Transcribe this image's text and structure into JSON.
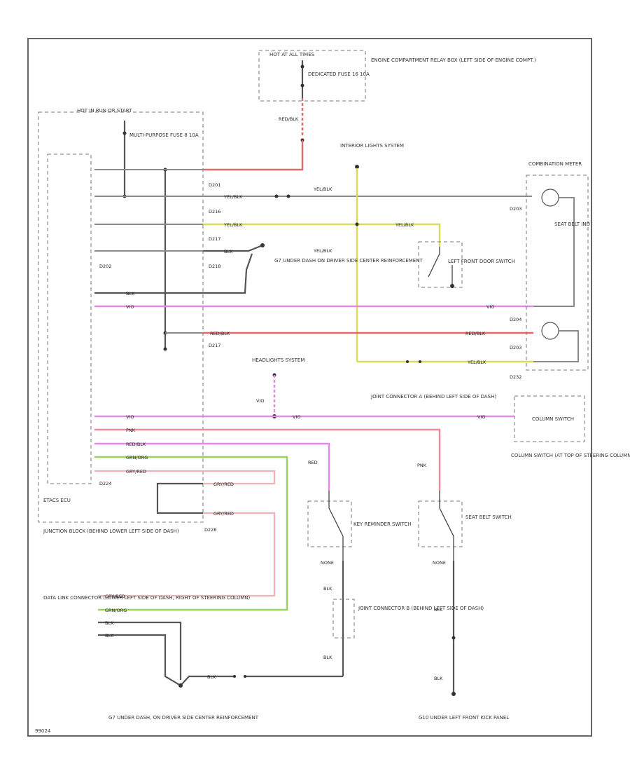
{
  "labels": {
    "hot_at_all_times": "HOT AT ALL TIMES",
    "dedicated_fuse": "DEDICATED FUSE 16 10A",
    "engine_relay_box": "ENGINE COMPARTMENT RELAY BOX (LEFT SIDE OF ENGINE COMPT.)",
    "hot_in_run": "HOT IN RUN OR START",
    "multi_fuse": "MULTI-PURPOSE FUSE 8 10A",
    "interior_lights_switch": "INTERIOR LIGHTS SYSTEM",
    "combination_meter": "COMBINATION METER",
    "seat_belt_ind": "SEAT BELT IND",
    "g7_ground": "G7 UNDER DASH ON DRIVER SIDE CENTER REINFORCEMENT",
    "left_front_door_switch": "LEFT FRONT DOOR SWITCH",
    "etacs_ecu": "ETACS ECU",
    "headlights_system": "HEADLIGHTS SYSTEM",
    "joint_connector_a": "JOINT CONNECTOR A (BEHIND LEFT SIDE OF DASH)",
    "column_switch": "COLUMN SWITCH",
    "column_switch_loc": "COLUMN SWITCH (AT TOP OF STEERING COLUMN)",
    "junction_block": "JUNCTION BLOCK (BEHIND LOWER LEFT SIDE OF DASH)",
    "key_reminder_switch": "KEY REMINDER SWITCH",
    "seat_belt_switch": "SEAT BELT SWITCH",
    "joint_connector_b": "JOINT CONNECTOR B (BEHIND LEFT SIDE OF DASH)",
    "data_link_connector": "DATA LINK CONNECTOR (LOWER LEFT SIDE OF DASH, RIGHT OF STEERING COLUMN)",
    "g7_bottom": "G7 UNDER DASH, ON DRIVER SIDE CENTER REINFORCEMENT",
    "g10_bottom": "G10 UNDER LEFT FRONT KICK PANEL",
    "footer_code": "99024"
  },
  "connectors": {
    "c201": "D201",
    "c216": "D216",
    "c217": "D217",
    "c218": "D218",
    "c202": "D202",
    "c224": "D224",
    "c203": "D203",
    "c204": "D204",
    "c232": "D232",
    "c228": "D228"
  },
  "wires": {
    "red_blk": "RED/BLK",
    "yel_blk": "YEL/BLK",
    "blk": "BLK",
    "vio": "VIO",
    "pnk": "PNK",
    "grn_org": "GRN/ORG",
    "gry_red": "GRY/RED",
    "red": "RED",
    "none": "NONE"
  },
  "colors": {
    "red_blk": "#e46a6a",
    "yel_blk": "#d8dc5a",
    "vio": "#e38be3",
    "pnk": "#f08a9a",
    "grn_org": "#9ad35a",
    "gry_red": "#f2b0b8",
    "blk": "#555555"
  }
}
